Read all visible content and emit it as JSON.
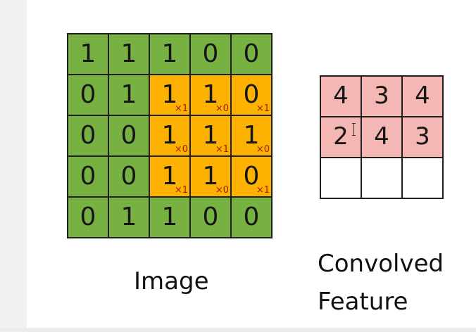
{
  "image": {
    "label": "Image",
    "values": [
      [
        "1",
        "1",
        "1",
        "0",
        "0"
      ],
      [
        "0",
        "1",
        "1",
        "1",
        "0"
      ],
      [
        "0",
        "0",
        "1",
        "1",
        "1"
      ],
      [
        "0",
        "0",
        "1",
        "1",
        "0"
      ],
      [
        "0",
        "1",
        "1",
        "0",
        "0"
      ]
    ],
    "kernel_window": {
      "rows": [
        1,
        3
      ],
      "cols": [
        2,
        4
      ]
    },
    "kernel_weights": [
      [
        "×1",
        "×0",
        "×1"
      ],
      [
        "×0",
        "×1",
        "×0"
      ],
      [
        "×1",
        "×0",
        "×1"
      ]
    ]
  },
  "convolved_feature": {
    "label_line1": "Convolved",
    "label_line2": "Feature",
    "values": [
      [
        "4",
        "3",
        "4"
      ],
      [
        "2",
        "4",
        "3"
      ],
      [
        "",
        "",
        ""
      ]
    ]
  },
  "colors": {
    "image_cell": "#77b142",
    "kernel_cell": "#fdb201",
    "kernel_weight_text": "#a11b0c",
    "feature_filled_cell": "#f5b7b3",
    "feature_empty_cell": "#ffffff"
  }
}
